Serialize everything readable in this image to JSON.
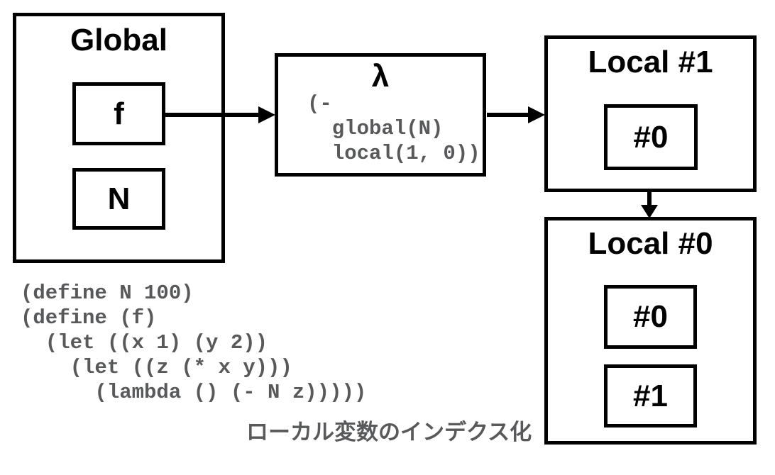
{
  "diagram": {
    "global_frame": {
      "title": "Global",
      "slots": [
        {
          "label": "f"
        },
        {
          "label": "N"
        }
      ]
    },
    "lambda_node": {
      "symbol": "λ",
      "code": "(-\n  global(N)\n  local(1, 0))"
    },
    "local1_frame": {
      "title": "Local #1",
      "slots": [
        {
          "label": "#0"
        }
      ]
    },
    "local0_frame": {
      "title": "Local #0",
      "slots": [
        {
          "label": "#0"
        },
        {
          "label": "#1"
        }
      ]
    }
  },
  "source_code": "(define N 100)\n(define (f)\n  (let ((x 1) (y 2))\n    (let ((z (* x y)))\n      (lambda () (- N z)))))",
  "caption": "ローカル変数のインデクス化",
  "colors": {
    "line": "#000000",
    "code_gray": "#58595b",
    "background": "#ffffff"
  }
}
